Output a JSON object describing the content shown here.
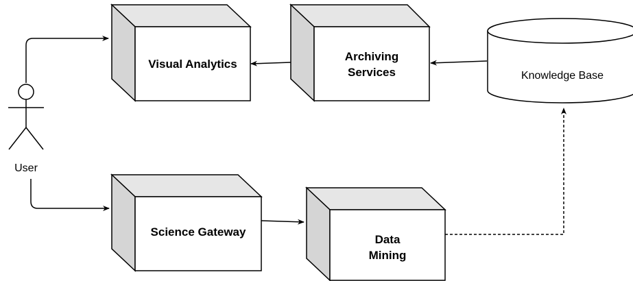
{
  "nodes": {
    "user": {
      "label": "User"
    },
    "visual_analytics": {
      "label": "Visual Analytics"
    },
    "archiving_services": {
      "line1": "Archiving",
      "line2": "Services"
    },
    "knowledge_base": {
      "label": "Knowledge Base"
    },
    "science_gateway": {
      "label": "Science Gateway"
    },
    "data_mining": {
      "line1": "Data",
      "line2": "Mining"
    }
  },
  "colors": {
    "stroke": "#000000",
    "box_top": "#e6e6e6",
    "box_side": "#d5d5d5",
    "box_front": "#ffffff"
  }
}
